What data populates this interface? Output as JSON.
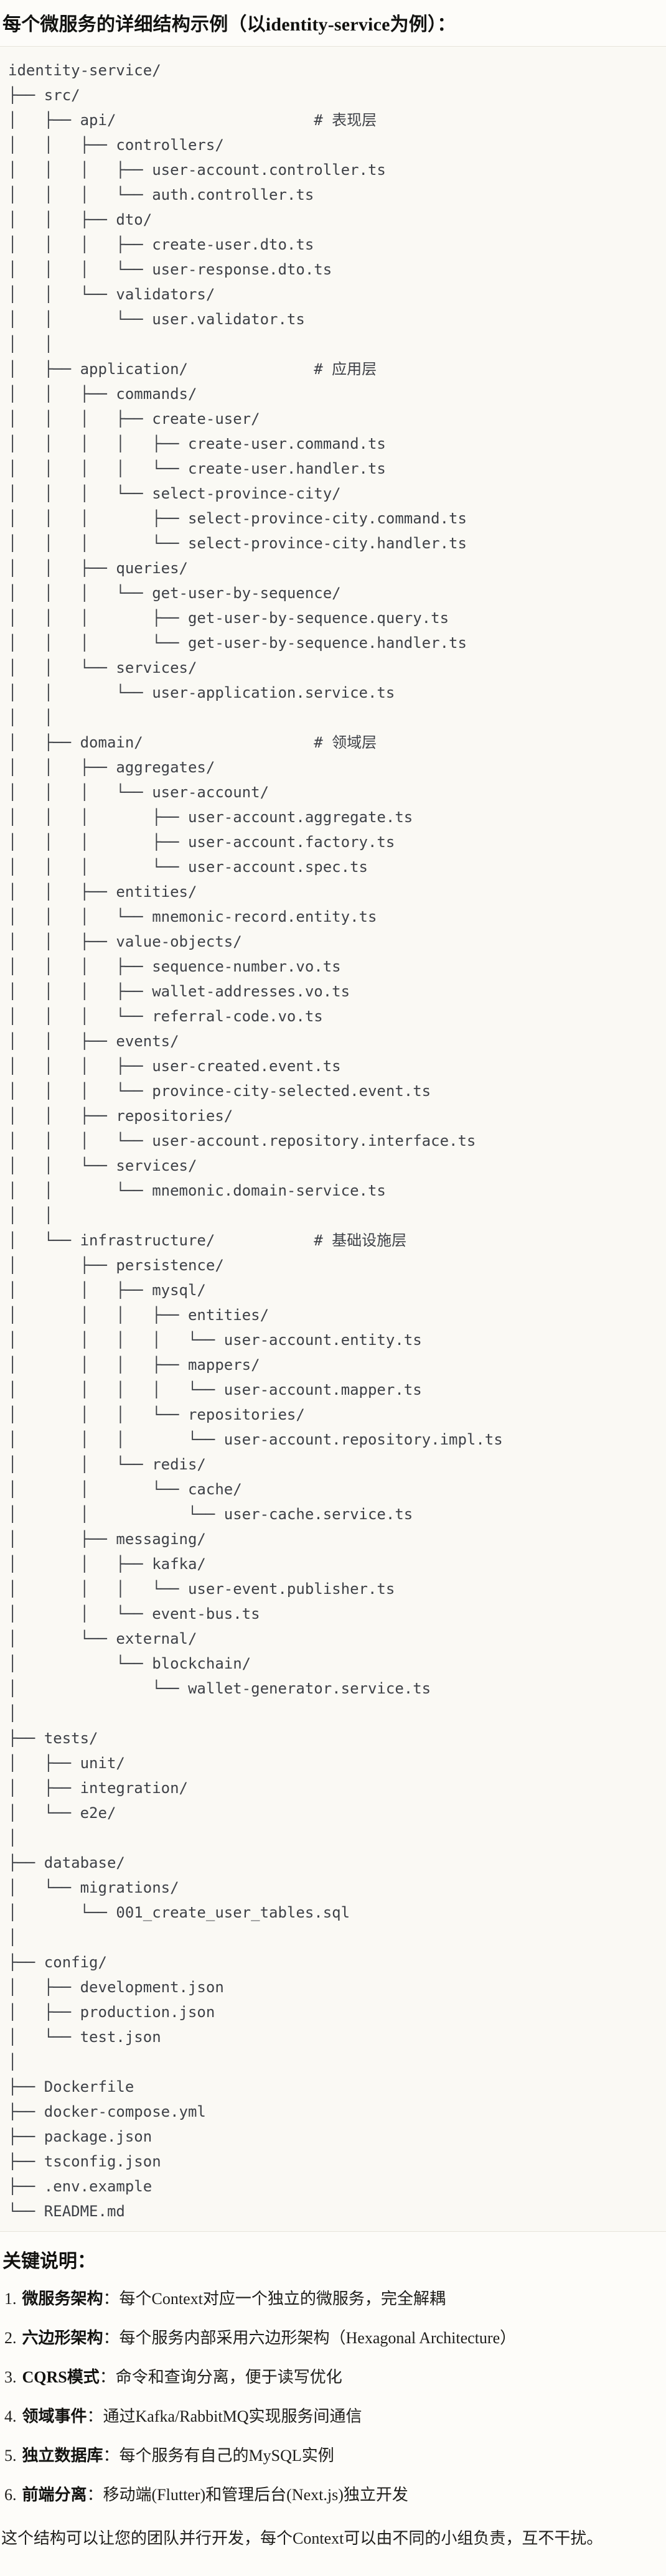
{
  "page": {
    "title": "每个微服务的详细结构示例（以identity-service为例）："
  },
  "tree": {
    "lines": [
      "identity-service/",
      "├── src/",
      "│   ├── api/                      # 表现层",
      "│   │   ├── controllers/",
      "│   │   │   ├── user-account.controller.ts",
      "│   │   │   └── auth.controller.ts",
      "│   │   ├── dto/",
      "│   │   │   ├── create-user.dto.ts",
      "│   │   │   └── user-response.dto.ts",
      "│   │   └── validators/",
      "│   │       └── user.validator.ts",
      "│   │",
      "│   ├── application/              # 应用层",
      "│   │   ├── commands/",
      "│   │   │   ├── create-user/",
      "│   │   │   │   ├── create-user.command.ts",
      "│   │   │   │   └── create-user.handler.ts",
      "│   │   │   └── select-province-city/",
      "│   │   │       ├── select-province-city.command.ts",
      "│   │   │       └── select-province-city.handler.ts",
      "│   │   ├── queries/",
      "│   │   │   └── get-user-by-sequence/",
      "│   │   │       ├── get-user-by-sequence.query.ts",
      "│   │   │       └── get-user-by-sequence.handler.ts",
      "│   │   └── services/",
      "│   │       └── user-application.service.ts",
      "│   │",
      "│   ├── domain/                   # 领域层",
      "│   │   ├── aggregates/",
      "│   │   │   └── user-account/",
      "│   │   │       ├── user-account.aggregate.ts",
      "│   │   │       ├── user-account.factory.ts",
      "│   │   │       └── user-account.spec.ts",
      "│   │   ├── entities/",
      "│   │   │   └── mnemonic-record.entity.ts",
      "│   │   ├── value-objects/",
      "│   │   │   ├── sequence-number.vo.ts",
      "│   │   │   ├── wallet-addresses.vo.ts",
      "│   │   │   └── referral-code.vo.ts",
      "│   │   ├── events/",
      "│   │   │   ├── user-created.event.ts",
      "│   │   │   └── province-city-selected.event.ts",
      "│   │   ├── repositories/",
      "│   │   │   └── user-account.repository.interface.ts",
      "│   │   └── services/",
      "│   │       └── mnemonic.domain-service.ts",
      "│   │",
      "│   └── infrastructure/           # 基础设施层",
      "│       ├── persistence/",
      "│       │   ├── mysql/",
      "│       │   │   ├── entities/",
      "│       │   │   │   └── user-account.entity.ts",
      "│       │   │   ├── mappers/",
      "│       │   │   │   └── user-account.mapper.ts",
      "│       │   │   └── repositories/",
      "│       │   │       └── user-account.repository.impl.ts",
      "│       │   └── redis/",
      "│       │       └── cache/",
      "│       │           └── user-cache.service.ts",
      "│       ├── messaging/",
      "│       │   ├── kafka/",
      "│       │   │   └── user-event.publisher.ts",
      "│       │   └── event-bus.ts",
      "│       └── external/",
      "│           └── blockchain/",
      "│               └── wallet-generator.service.ts",
      "│",
      "├── tests/",
      "│   ├── unit/",
      "│   ├── integration/",
      "│   └── e2e/",
      "│",
      "├── database/",
      "│   └── migrations/",
      "│       └── 001_create_user_tables.sql",
      "│",
      "├── config/",
      "│   ├── development.json",
      "│   ├── production.json",
      "│   └── test.json",
      "│",
      "├── Dockerfile",
      "├── docker-compose.yml",
      "├── package.json",
      "├── tsconfig.json",
      "├── .env.example",
      "└── README.md"
    ]
  },
  "notes": {
    "heading": "关键说明：",
    "items": [
      {
        "num": "1.",
        "term": "微服务架构",
        "desc": "：每个Context对应一个独立的微服务，完全解耦"
      },
      {
        "num": "2.",
        "term": "六边形架构",
        "desc": "：每个服务内部采用六边形架构（Hexagonal Architecture）"
      },
      {
        "num": "3.",
        "term": "CQRS模式",
        "desc": "：命令和查询分离，便于读写优化"
      },
      {
        "num": "4.",
        "term": "领域事件",
        "desc": "：通过Kafka/RabbitMQ实现服务间通信"
      },
      {
        "num": "5.",
        "term": "独立数据库",
        "desc": "：每个服务有自己的MySQL实例"
      },
      {
        "num": "6.",
        "term": "前端分离",
        "desc": "：移动端(Flutter)和管理后台(Next.js)独立开发"
      }
    ],
    "footer": "这个结构可以让您的团队并行开发，每个Context可以由不同的小组负责，互不干扰。"
  },
  "colors": {
    "page_background": "#fdfcf9",
    "code_block_background": "#faf9f4",
    "code_block_border": "#e7e4dc",
    "tree_text": "#3e4147",
    "heading_text": "#121210",
    "body_text": "#1f1e1b"
  }
}
